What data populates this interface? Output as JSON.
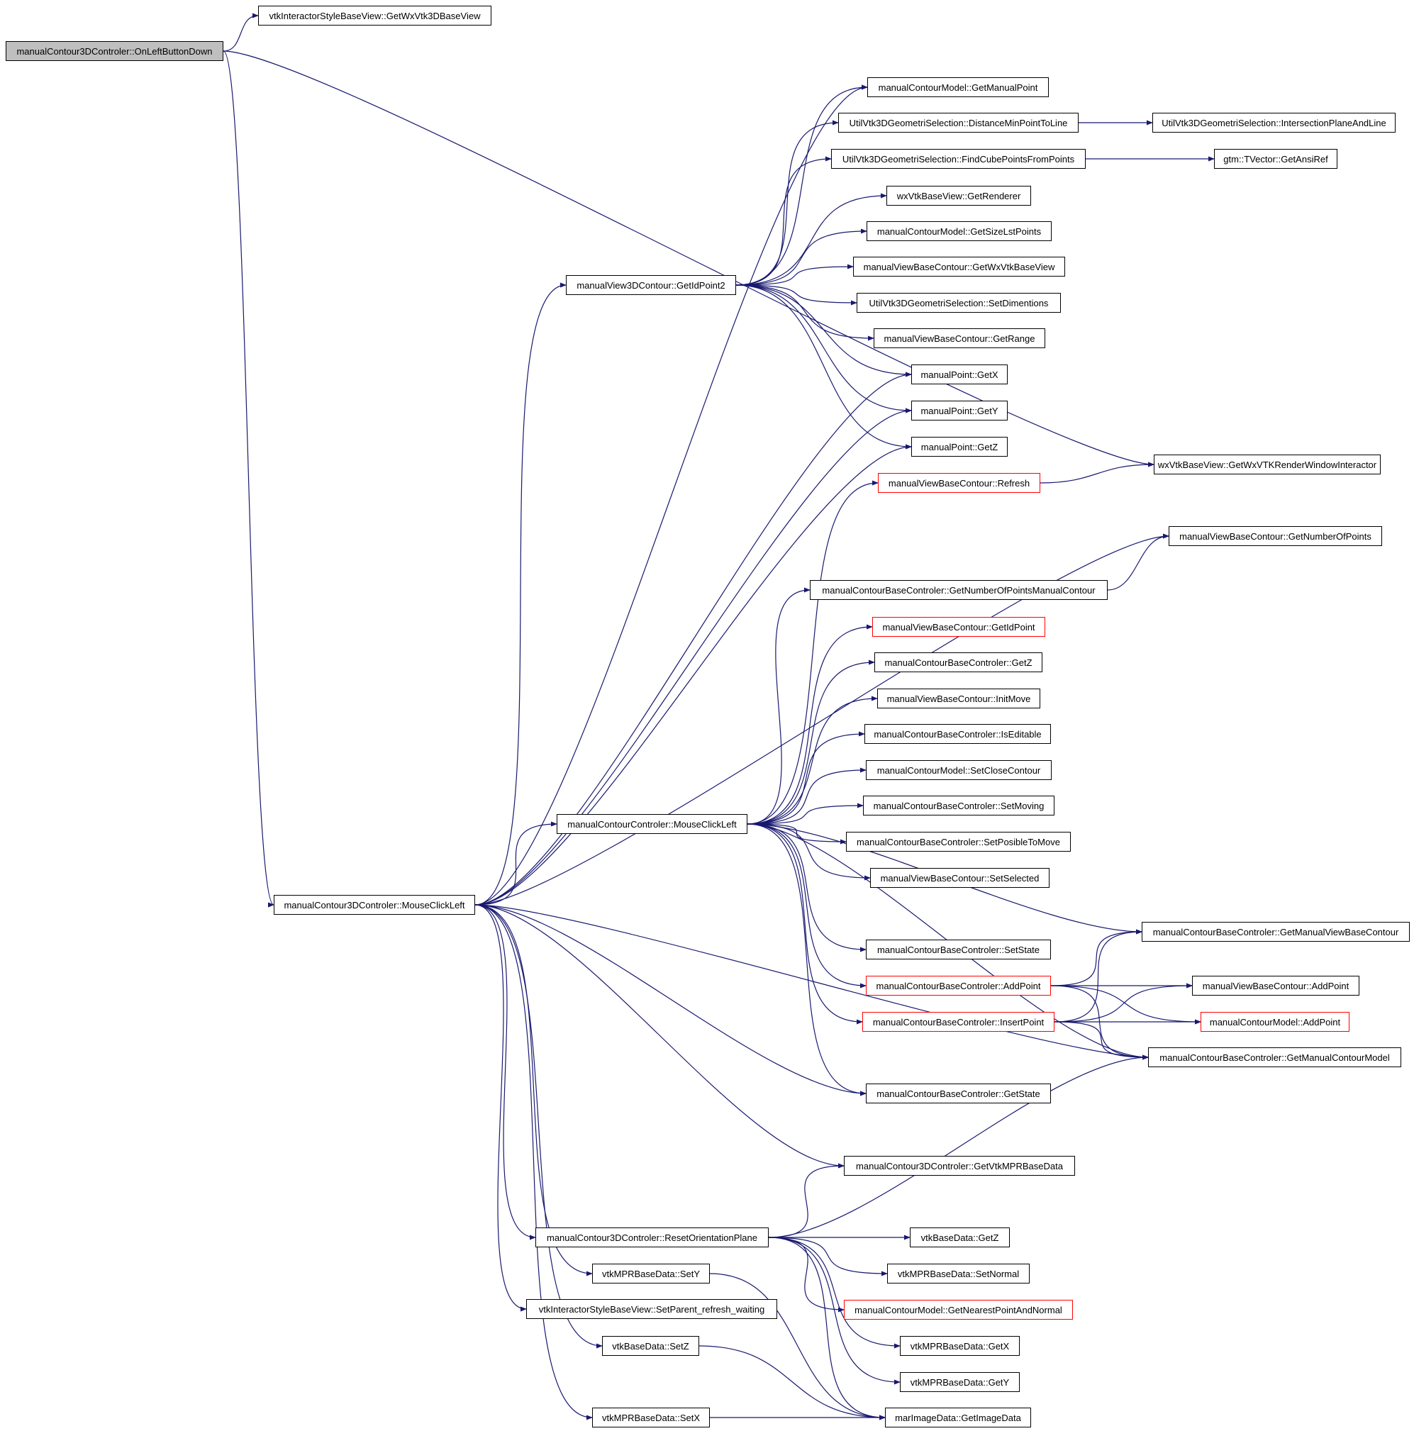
{
  "graph": {
    "edge_color": "#191970",
    "root_fill": "#bfbfbf",
    "truncated_border": "#ff0000",
    "nodes": {
      "root": "manualContour3DControler::OnLeftButtonDown",
      "n_getwxvtk3d": "vtkInteractorStyleBaseView::GetWxVtk3DBaseView",
      "n_getmanualpoint": "manualContourModel::GetManualPoint",
      "n_distmin": "UtilVtk3DGeometriSelection::DistanceMinPointToLine",
      "n_intersect": "UtilVtk3DGeometriSelection::IntersectionPlaneAndLine",
      "n_findcube": "UtilVtk3DGeometriSelection::FindCubePointsFromPoints",
      "n_getansiref": "gtm::TVector::GetAnsiRef",
      "n_getrenderer": "wxVtkBaseView::GetRenderer",
      "n_getsizelst": "manualContourModel::GetSizeLstPoints",
      "n_getwxvtkbase": "manualViewBaseContour::GetWxVtkBaseView",
      "n_setdim": "UtilVtk3DGeometriSelection::SetDimentions",
      "n_getrange": "manualViewBaseContour::GetRange",
      "n_getidpoint2": "manualView3DContour::GetIdPoint2",
      "n_mpgetx": "manualPoint::GetX",
      "n_mpgety": "manualPoint::GetY",
      "n_mpgetz": "manualPoint::GetZ",
      "n_refresh": "manualViewBaseContour::Refresh",
      "n_getrwi": "wxVtkBaseView::GetWxVTKRenderWindowInteractor",
      "n_getnumpts": "manualViewBaseContour::GetNumberOfPoints",
      "n_getnumptsmc": "manualContourBaseControler::GetNumberOfPointsManualContour",
      "n_getidpoint": "manualViewBaseContour::GetIdPoint",
      "n_mcbcgetz": "manualContourBaseControler::GetZ",
      "n_initmove": "manualViewBaseContour::InitMove",
      "n_iseditable": "manualContourBaseControler::IsEditable",
      "n_setclose": "manualContourModel::SetCloseContour",
      "n_setmoving": "manualContourBaseControler::SetMoving",
      "n_setposible": "manualContourBaseControler::SetPosibleToMove",
      "n_setselected": "manualViewBaseContour::SetSelected",
      "n_mcclickleft": "manualContourControler::MouseClickLeft",
      "n_getmvbc": "manualContourBaseControler::GetManualViewBaseContour",
      "n_m3dclickleft": "manualContour3DControler::MouseClickLeft",
      "n_setstate": "manualContourBaseControler::SetState",
      "n_addpoint": "manualContourBaseControler::AddPoint",
      "n_mvbcaddpoint": "manualViewBaseContour::AddPoint",
      "n_insertpoint": "manualContourBaseControler::InsertPoint",
      "n_mcmaddpoint": "manualContourModel::AddPoint",
      "n_getmcm": "manualContourBaseControler::GetManualContourModel",
      "n_getstate": "manualContourBaseControler::GetState",
      "n_getmpr": "manualContour3DControler::GetVtkMPRBaseData",
      "n_resetorient": "manualContour3DControler::ResetOrientationPlane",
      "n_vbdgetz": "vtkBaseData::GetZ",
      "n_sety": "vtkMPRBaseData::SetY",
      "n_setnormal": "vtkMPRBaseData::SetNormal",
      "n_setparent": "vtkInteractorStyleBaseView::SetParent_refresh_waiting",
      "n_nearest": "manualContourModel::GetNearestPointAndNormal",
      "n_mprgetx": "vtkMPRBaseData::GetX",
      "n_setz": "vtkBaseData::SetZ",
      "n_mprgety": "vtkMPRBaseData::GetY",
      "n_setx": "vtkMPRBaseData::SetX",
      "n_getimagedata": "marImageData::GetImageData"
    }
  }
}
